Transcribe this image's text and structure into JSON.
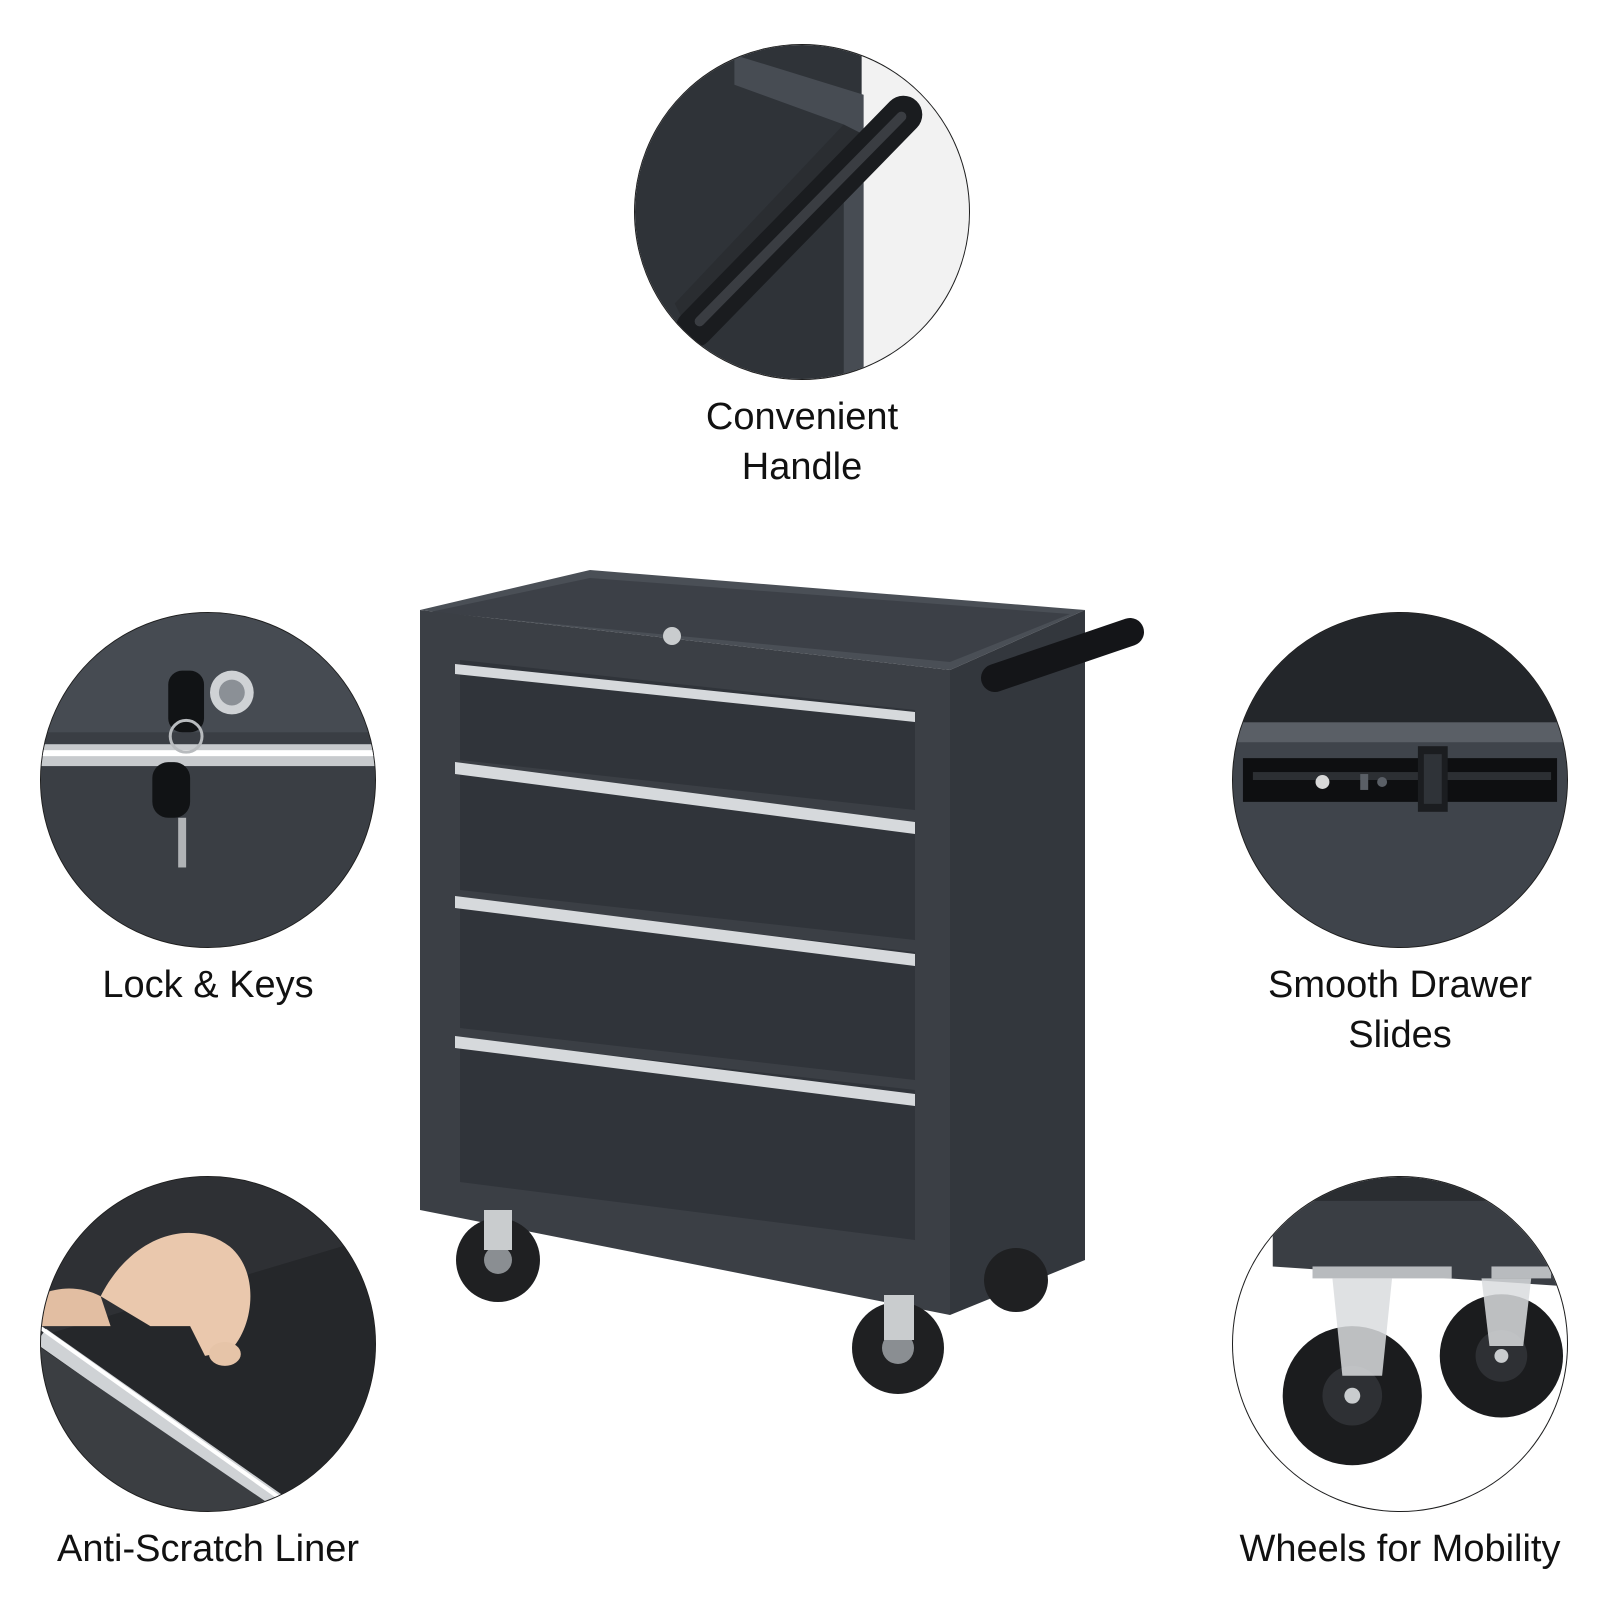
{
  "features": {
    "handle": {
      "label_line1": "Convenient",
      "label_line2": "Handle",
      "icon": "handle-closeup-icon"
    },
    "lock": {
      "label": "Lock & Keys",
      "icon": "lock-keys-closeup-icon"
    },
    "slides": {
      "label_line1": "Smooth Drawer",
      "label_line2": "Slides",
      "icon": "drawer-slide-closeup-icon"
    },
    "liner": {
      "label": "Anti-Scratch Liner",
      "icon": "liner-closeup-icon"
    },
    "wheels": {
      "label": "Wheels for Mobility",
      "icon": "wheels-closeup-icon"
    }
  },
  "product": {
    "name": "tool-cart",
    "drawer_count": 4
  },
  "colors": {
    "body": "#3b3f45",
    "chrome": "#d6d9dc",
    "background": "#ffffff"
  }
}
